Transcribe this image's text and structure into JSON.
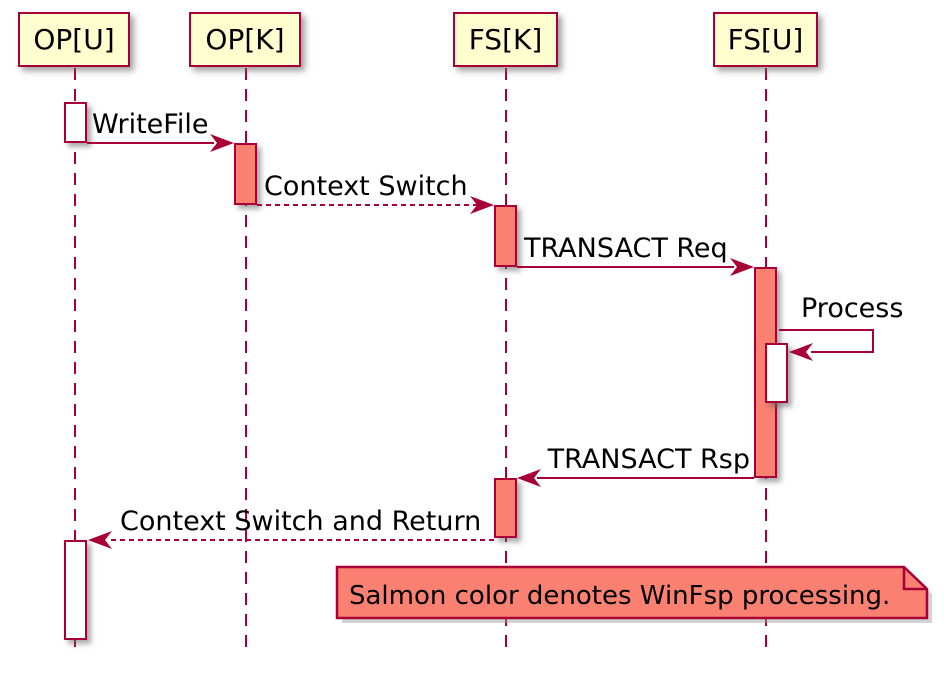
{
  "diagram_type": "uml-sequence",
  "colors": {
    "background": "#FFFFFF",
    "participant_fill": "#FEFECE",
    "line_and_border": "#A80036",
    "salmon_processing": "#FA8072",
    "activation_plain": "#FFFFFF",
    "text": "#000000"
  },
  "participants": [
    {
      "label": "OP[U]"
    },
    {
      "label": "OP[K]"
    },
    {
      "label": "FS[K]"
    },
    {
      "label": "FS[U]"
    }
  ],
  "messages": [
    {
      "label": "WriteFile",
      "from": "OP[U]",
      "to": "OP[K]",
      "line": "solid",
      "direction": "right"
    },
    {
      "label": "Context Switch",
      "from": "OP[K]",
      "to": "FS[K]",
      "line": "dashed",
      "direction": "right"
    },
    {
      "label": "TRANSACT Req",
      "from": "FS[K]",
      "to": "FS[U]",
      "line": "solid",
      "direction": "right"
    },
    {
      "label": "Process",
      "from": "FS[U]",
      "to": "FS[U]",
      "line": "solid",
      "direction": "self"
    },
    {
      "label": "TRANSACT Rsp",
      "from": "FS[U]",
      "to": "FS[K]",
      "line": "solid",
      "direction": "left"
    },
    {
      "label": "Context Switch and Return",
      "from": "FS[K]",
      "to": "OP[U]",
      "line": "dashed",
      "direction": "left"
    }
  ],
  "note": {
    "text": "Salmon color denotes WinFsp processing."
  }
}
